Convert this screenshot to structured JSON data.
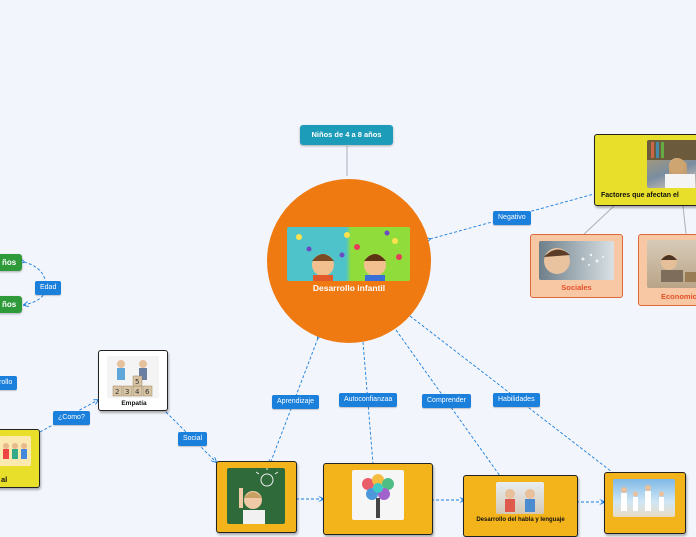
{
  "center": {
    "title": "Desarrollo infantil"
  },
  "top_node": {
    "label": "Niños de 4 a 8 años"
  },
  "factors": {
    "title": "Factores que afectan el",
    "link_label": "Negativo",
    "social": "Sociales",
    "economic": "Economic"
  },
  "left": {
    "age_label": "Edad",
    "green_1": "ños",
    "green_2": "ños",
    "rollo": "rollo",
    "how_label": "¿Como?",
    "empathy": "Empatía",
    "social_label": "Social",
    "al_card": "al"
  },
  "branches": {
    "aprendizaje": "Aprendizaje",
    "autoconfianza": "Autoconfianzaa",
    "comprender": "Comprender",
    "habilidades": "Habilidades",
    "habla": "Desarrollo del habla y lenguaje"
  },
  "colors": {
    "center": "#ef7a12",
    "teal": "#1c9cb8",
    "blue_tag": "#1b7fdc",
    "yellow": "#f3b31a",
    "lime_yellow": "#e8df2a",
    "green": "#2e9a3a",
    "peach": "#f8c8a4"
  }
}
